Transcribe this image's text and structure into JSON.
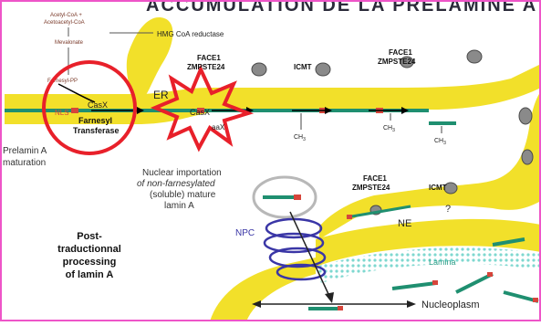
{
  "frame": {
    "border_color": "#ee55c8",
    "ring_color": "#e8202a",
    "star_color": "#e8202a"
  },
  "colors": {
    "membrane": "#f2e02a",
    "protein": "#1f8f70",
    "mod": "#d6453b",
    "npc": "#3a36a6",
    "lamina": "#7fd8d0"
  },
  "header": {
    "title": "ACCUMULATION DE LA PRELAMINE A"
  },
  "pathway": {
    "acetyl_coa": "Acetyl-CoA +",
    "acetoacetyl_coa": "Acetoacetyl-CoA",
    "mevalonate": "Mevalonate",
    "farnesyl_pp": "Farnesyl-PP",
    "hmg_coa_reductase": "HMG CoA reductase"
  },
  "labels": {
    "er": "ER",
    "casx_1": "CasX",
    "casx_2": "CasX",
    "nls": "NLS",
    "aax": "aaX",
    "farnesyl_transferase_1": "Farnesyl",
    "farnesyl_transferase_2": "Transferase",
    "face1_1": "FACE1",
    "zmpste24_1": "ZMPSTE24",
    "icmt_1": "ICMT",
    "face1_2": "FACE1",
    "zmpste24_2": "ZMPSTE24",
    "face1_3": "FACE1",
    "zmpste24_3": "ZMPSTE24",
    "icmt_2": "ICMT",
    "ch3_1": "CH",
    "ch3_2": "CH",
    "ch3_3": "CH",
    "sub3": "3",
    "question": "?",
    "ne": "NE",
    "lamina": "Lamina",
    "npc": "NPC",
    "nucleoplasm": "Nucleoplasm"
  },
  "captions": {
    "prelamin_1": "Prelamin A",
    "prelamin_2": "maturation",
    "import_1": "Nuclear importation",
    "import_2": "of non-farnesylated",
    "import_3": "(soluble) mature",
    "import_4": "lamin A",
    "post_1": "Post-",
    "post_2": "traductionnal",
    "post_3": "processing",
    "post_4": "of lamin A"
  }
}
